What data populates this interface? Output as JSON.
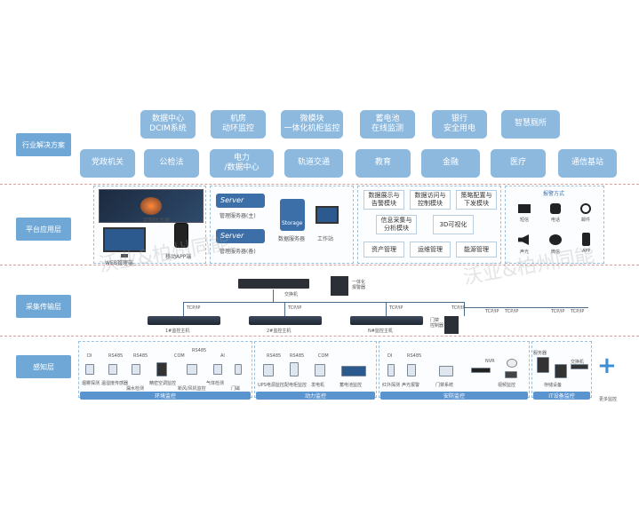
{
  "layers": {
    "industry": "行业解决方案",
    "platform": "平台应用层",
    "transport": "采集传输层",
    "perception": "感知层"
  },
  "industry_row1": [
    "数据中心\nDCIM系统",
    "机房\n动环监控",
    "微模块\n一体化机柜监控",
    "蓄电池\n在线监测",
    "银行\n安全用电",
    "智慧厕所"
  ],
  "industry_row2": [
    "党政机关",
    "公检法",
    "电力\n/数据中心",
    "轨道交通",
    "教育",
    "金融",
    "医疗",
    "通信基站"
  ],
  "platform": {
    "bigscreen": "定制化大屏",
    "web": "WEB管理端",
    "app": "移动APP端",
    "server_word": "Server",
    "storage_word": "Storage",
    "mgmt_main": "管理服务器(主)",
    "mgmt_backup": "管理服务器(备)",
    "db_server": "数据服务器",
    "workstation": "工作站",
    "modules": [
      "数据展示与\n告警模块",
      "数据访问与\n控制模块",
      "策略配置与\n下发模块",
      "信息采集与\n分析模块",
      "3D可视化",
      "资产管理",
      "运维管理",
      "能源管理"
    ],
    "alarm_title": "报警方式",
    "alarm_items": [
      "短信",
      "电话",
      "邮件",
      "声光",
      "微信",
      "APP"
    ]
  },
  "transport": {
    "switch": "交换机",
    "all_in_one": "一体化\n报警器",
    "tcpip": "TCP/IP",
    "hosts": [
      "1#监控主机",
      "2#监控主机",
      "N#监控主机"
    ],
    "door_host": "门禁\n控制器"
  },
  "perception": {
    "groups": [
      "环境监控",
      "动力监控",
      "安防监控",
      "IT设备监控"
    ],
    "protocols": [
      "DI",
      "RS485",
      "RS485",
      "COM",
      "RS485",
      "AI",
      "RS485",
      "RS485",
      "COM",
      "DI",
      "RS485",
      "NVR"
    ],
    "devices_env": [
      "烟雾探测",
      "温湿度传感器",
      "漏水检测",
      "精密空调监控",
      "新风/风机监控",
      "气体检测",
      "门磁"
    ],
    "devices_power": [
      "UPS电源监控",
      "配电柜监控",
      "发电机",
      "蓄电池监控"
    ],
    "devices_sec": [
      "红外探测",
      "声光报警",
      "门禁系统",
      "视频监控"
    ],
    "devices_it": [
      "服务器",
      "存储设备",
      "交换机"
    ],
    "expand": "更多监控"
  },
  "watermark": "沃业&柏州同能"
}
